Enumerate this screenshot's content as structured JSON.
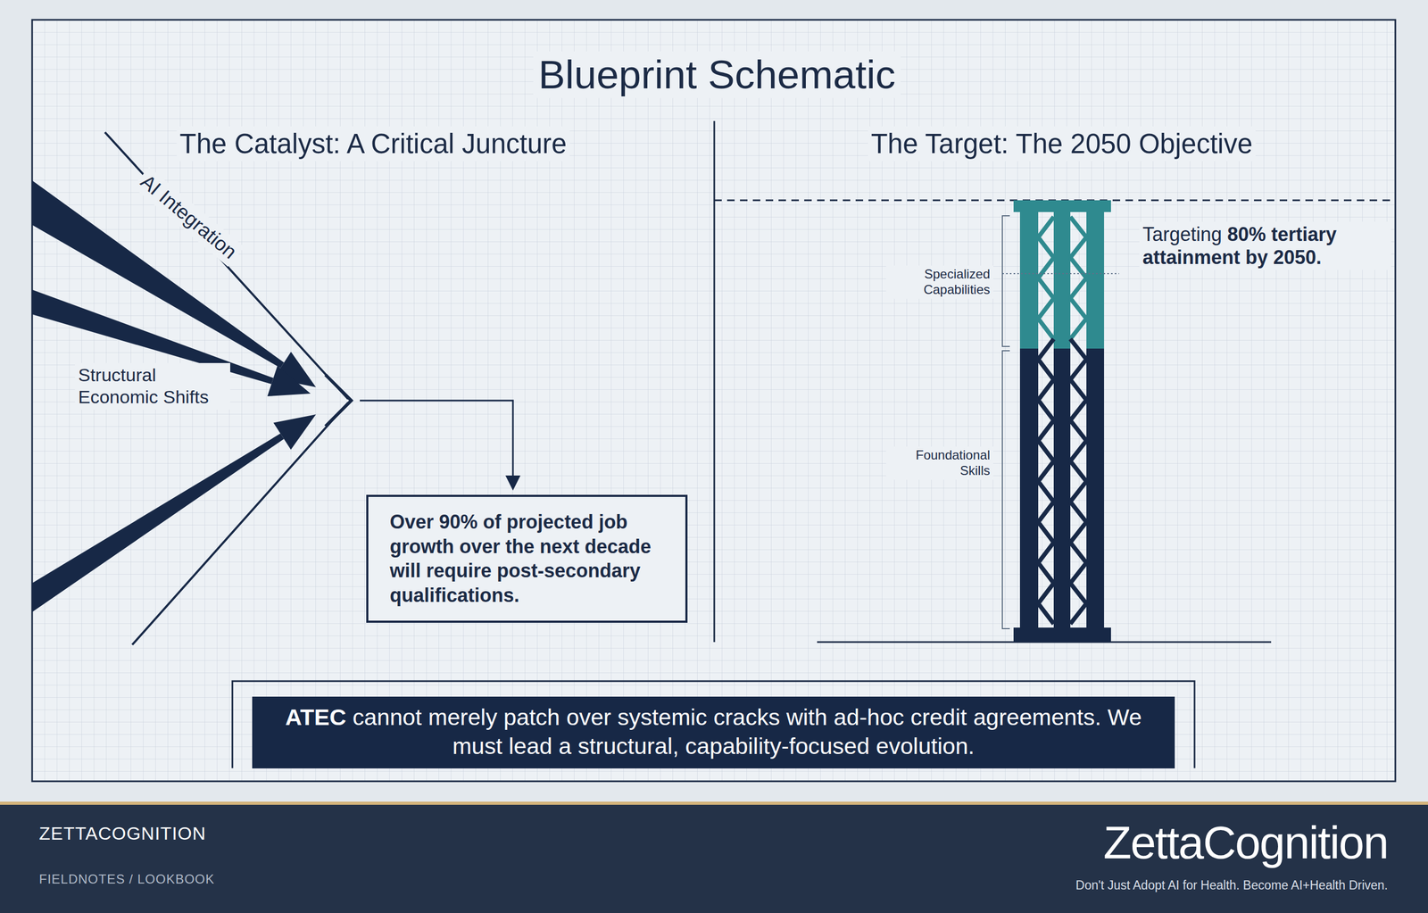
{
  "diagram": {
    "title": "Blueprint Schematic",
    "nodes": [
      {
        "text": [
          "Over 90% of projected job growth over the next decade will require post-secondary qualifications."
        ]
      },
      {
        "text": [
          "ATEC",
          "cannot merely patch over systemic cracks with ad-hoc credit agreements. We must lead a structural, capability-focused evolution."
        ]
      }
    ],
    "labels": [
      "The Catalyst: A Critical Juncture",
      "AI Integration",
      "Structural Economic Shifts",
      "The Target: The 2050 Objective",
      "Specialized Capabilities",
      "Foundational Skills",
      "Targeting",
      "80% tertiary attainment by 2050.",
      "ZETTACOGNITION",
      "FIELDNOTES / LOOKBOOK",
      "ZettaCognition",
      "Don't Just Adopt AI for Health. Become AI+Health Driven."
    ]
  }
}
